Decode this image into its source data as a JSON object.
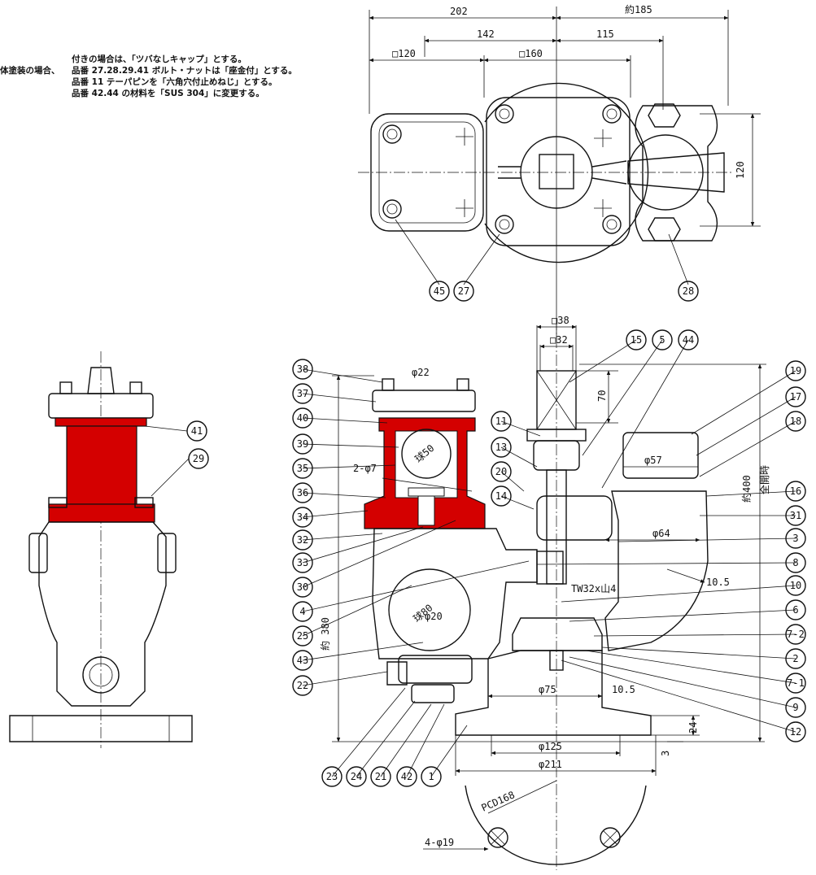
{
  "notes": [
    {
      "label": "",
      "text": "付きの場合は、「ツバなしキャップ」とする。"
    },
    {
      "label": "体塗装の場合、",
      "text": "品番 27.28.29.41 ボルト・ナットは「座金付」とする。"
    },
    {
      "label": "",
      "text": "品番 11 テーパピンを「六角穴付止めねじ」とする。"
    },
    {
      "label": "",
      "text": "品番 42.44 の材料を「SUS 304」に変更する。"
    }
  ],
  "top_view": {
    "dims": {
      "d202": "202",
      "d185": "約185",
      "d142": "142",
      "d115": "115",
      "sq120": "□120",
      "sq160": "□160",
      "v120": "120"
    },
    "balloons": [
      "45",
      "27",
      "28"
    ]
  },
  "side_view": {
    "balloons": [
      "41",
      "29"
    ],
    "highlight_color": "#d40000"
  },
  "section_view": {
    "dims": {
      "sq38": "□38",
      "sq32": "□32",
      "d70": "70",
      "phi22": "φ22",
      "phi50": "球50",
      "hole27": "2-φ7",
      "phi57": "φ57",
      "h400": "約400",
      "fullopen": "全開時",
      "phi64": "φ64",
      "t105a": "10.5",
      "thread": "TW32x山4",
      "h380": "約 380",
      "phi80": "球80",
      "phi20": "φ20",
      "phi75": "φ75",
      "t105b": "10.5",
      "d24": "24",
      "d3": "3",
      "phi125": "φ125",
      "phi211": "φ211",
      "pcd": "PCD168",
      "holes": "4-φ19"
    },
    "balloons_left": [
      "38",
      "37",
      "40",
      "39",
      "35",
      "36",
      "34",
      "32",
      "33",
      "30",
      "4",
      "25",
      "43",
      "22"
    ],
    "balloons_top": [
      "11",
      "13",
      "20",
      "14"
    ],
    "balloons_topright": [
      "15",
      "5",
      "44"
    ],
    "balloons_right": [
      "19",
      "17",
      "18",
      "16",
      "31",
      "3",
      "8",
      "10",
      "6",
      "7-2",
      "2",
      "7-1",
      "9",
      "12"
    ],
    "balloons_bottom": [
      "23",
      "24",
      "21",
      "42",
      "1"
    ]
  }
}
